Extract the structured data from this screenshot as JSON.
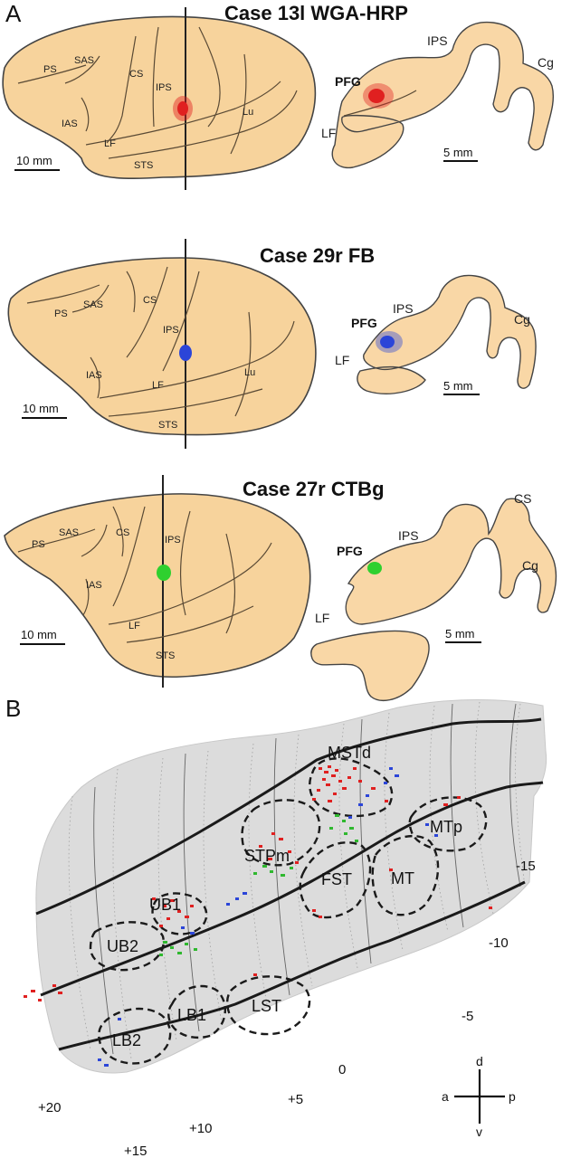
{
  "panel_a": {
    "letter": "A",
    "cases": [
      {
        "title": "Case 13l WGA-HRP",
        "tracer_color": "#e02020",
        "brain_labels": [
          "PS",
          "SAS",
          "CS",
          "IPS",
          "IAS",
          "LF",
          "Lu",
          "STS"
        ],
        "section_labels": {
          "area": "PFG",
          "ips": "IPS",
          "cg": "Cg",
          "lf": "LF"
        },
        "brain_scale": "10 mm",
        "section_scale": "5 mm"
      },
      {
        "title": "Case 29r FB",
        "tracer_color": "#2b45d8",
        "brain_labels": [
          "PS",
          "SAS",
          "CS",
          "IPS",
          "IAS",
          "LF",
          "Lu",
          "STS"
        ],
        "section_labels": {
          "area": "PFG",
          "ips": "IPS",
          "cg": "Cg",
          "lf": "LF"
        },
        "brain_scale": "10 mm",
        "section_scale": "5 mm"
      },
      {
        "title": "Case 27r CTBg",
        "tracer_color": "#2fd02f",
        "brain_labels": [
          "PS",
          "SAS",
          "CS",
          "IPS",
          "IAS",
          "LF",
          "STS"
        ],
        "section_labels": {
          "area": "PFG",
          "ips": "IPS",
          "cg": "Cg",
          "lf": "LF",
          "cs": "CS"
        },
        "brain_scale": "10 mm",
        "section_scale": "5 mm"
      }
    ]
  },
  "panel_b": {
    "letter": "B",
    "areas": [
      "MSTd",
      "MTp",
      "STPm",
      "UB1",
      "UB2",
      "FST",
      "MT",
      "LST",
      "LB1",
      "LB2"
    ],
    "numbers": [
      "-15",
      "-10",
      "-5",
      "0",
      "+5",
      "+10",
      "+15",
      "+20"
    ],
    "orientation": {
      "dorsal": "d",
      "ventral": "v",
      "anterior": "a",
      "posterior": "p"
    },
    "label_colors": {
      "red": "#e02020",
      "blue": "#2b45d8",
      "green": "#2fb82f"
    }
  }
}
